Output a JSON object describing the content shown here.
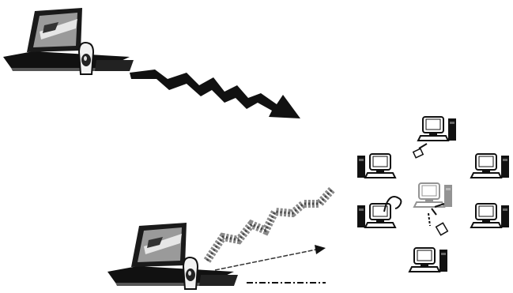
{
  "diagram": {
    "style": "black-and-white clip-art network illustration",
    "colors": {
      "ink": "#111111",
      "paper": "#ffffff",
      "gray": "#8a8a8a",
      "light": "#d0d0d0"
    },
    "devices": [
      {
        "id": "laptop-top",
        "icon": "laptop-with-monitor-and-scanner-icon"
      },
      {
        "id": "laptop-bottom",
        "icon": "laptop-with-monitor-and-scanner-icon"
      },
      {
        "id": "workstation-top",
        "icon": "desktop-computer-icon"
      },
      {
        "id": "workstation-left-upper",
        "icon": "desktop-computer-icon"
      },
      {
        "id": "workstation-left-lower",
        "icon": "desktop-computer-icon"
      },
      {
        "id": "workstation-right-upper",
        "icon": "desktop-computer-icon"
      },
      {
        "id": "workstation-right-lower",
        "icon": "desktop-computer-icon"
      },
      {
        "id": "workstation-bottom",
        "icon": "desktop-computer-icon"
      },
      {
        "id": "workstation-center",
        "icon": "desktop-computer-faded-icon"
      }
    ],
    "links": [
      {
        "from": "laptop-top",
        "to": "network",
        "kind": "lightning-bolt"
      },
      {
        "from": "laptop-bottom",
        "to": "network",
        "kind": "dotted-lightning-bolt"
      },
      {
        "from": "laptop-bottom",
        "to": "network",
        "kind": "thin-arrow"
      }
    ]
  }
}
